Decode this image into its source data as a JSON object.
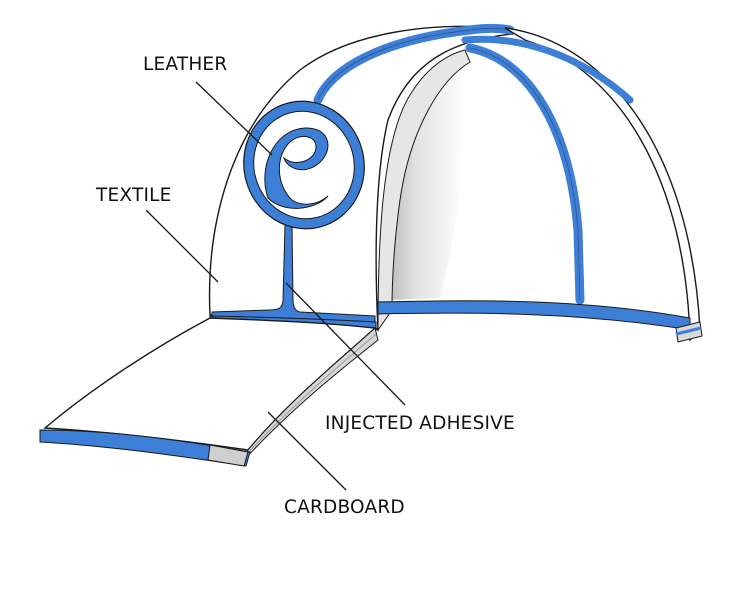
{
  "labels": {
    "leather": "LEATHER",
    "textile": "TEXTILE",
    "injected_adhesive": "INJECTED ADHESIVE",
    "cardboard": "CARDBOARD"
  },
  "colors": {
    "adhesive_blue": "#3d7fd6",
    "adhesive_dark": "#2a5fae",
    "outline": "#1a1a1a",
    "shadow_gray": "#d4d4d4",
    "background": "#ffffff"
  }
}
